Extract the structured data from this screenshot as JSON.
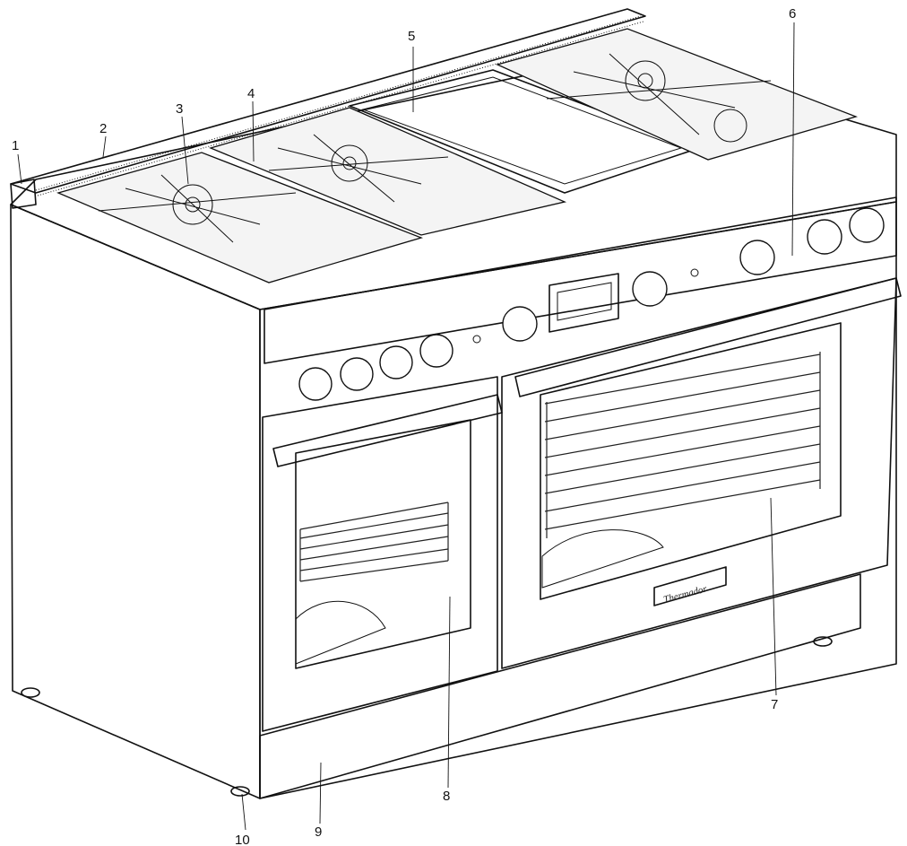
{
  "diagram": {
    "brand_logo": "Thermador",
    "callouts": [
      {
        "id": "1",
        "label": "1"
      },
      {
        "id": "2",
        "label": "2"
      },
      {
        "id": "3",
        "label": "3"
      },
      {
        "id": "4",
        "label": "4"
      },
      {
        "id": "5",
        "label": "5"
      },
      {
        "id": "6",
        "label": "6"
      },
      {
        "id": "7",
        "label": "7"
      },
      {
        "id": "8",
        "label": "8"
      },
      {
        "id": "9",
        "label": "9"
      },
      {
        "id": "10",
        "label": "10"
      }
    ]
  }
}
